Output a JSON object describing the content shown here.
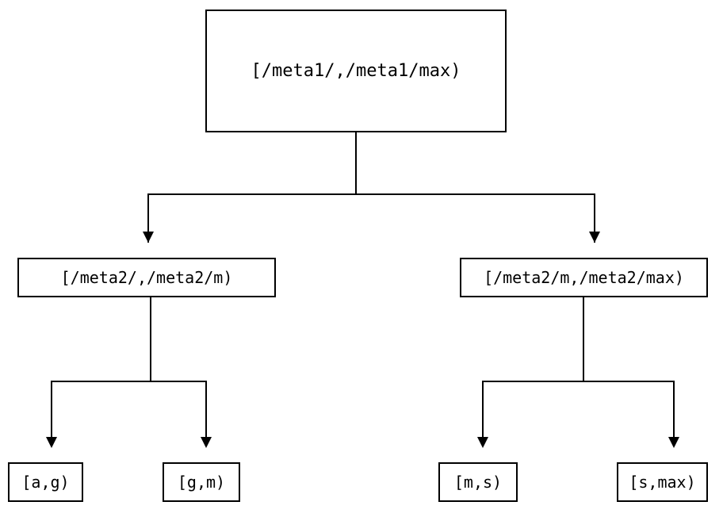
{
  "diagram": {
    "type": "tree",
    "title": "",
    "background_color": "#ffffff",
    "line_color": "#000000",
    "text_color": "#000000",
    "nodes": {
      "root": {
        "label": "[/meta1/,/meta1/max)"
      },
      "mid_left": {
        "label": "[/meta2/,/meta2/m)"
      },
      "mid_right": {
        "label": "[/meta2/m,/meta2/max)"
      },
      "leaf_1": {
        "label": "[a,g)"
      },
      "leaf_2": {
        "label": "[g,m)"
      },
      "leaf_3": {
        "label": "[m,s)"
      },
      "leaf_4": {
        "label": "[s,max)"
      }
    },
    "edges": [
      {
        "from": "root",
        "to": "mid_left"
      },
      {
        "from": "root",
        "to": "mid_right"
      },
      {
        "from": "mid_left",
        "to": "leaf_1"
      },
      {
        "from": "mid_left",
        "to": "leaf_2"
      },
      {
        "from": "mid_right",
        "to": "leaf_3"
      },
      {
        "from": "mid_right",
        "to": "leaf_4"
      }
    ]
  }
}
